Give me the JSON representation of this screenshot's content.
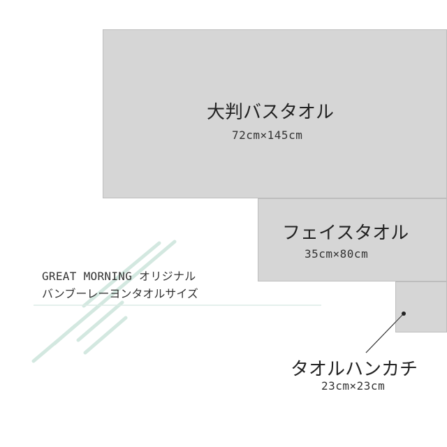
{
  "brand": {
    "line1": "GREAT MORNING オリジナル",
    "line2": "バンブーレーヨンタオルサイズ"
  },
  "towels": [
    {
      "name": "大判バスタオル",
      "size": "72cm×145cm"
    },
    {
      "name": "フェイスタオル",
      "size": "35cm×80cm"
    },
    {
      "name": "タオルハンカチ",
      "size": "23cm×23cm"
    }
  ],
  "colors": {
    "towel_fill": "#d6d6d6",
    "towel_border": "#bdbdbd",
    "accent_stripes": "#d3e8e0",
    "divider": "#dcebe6",
    "text": "#222222"
  }
}
